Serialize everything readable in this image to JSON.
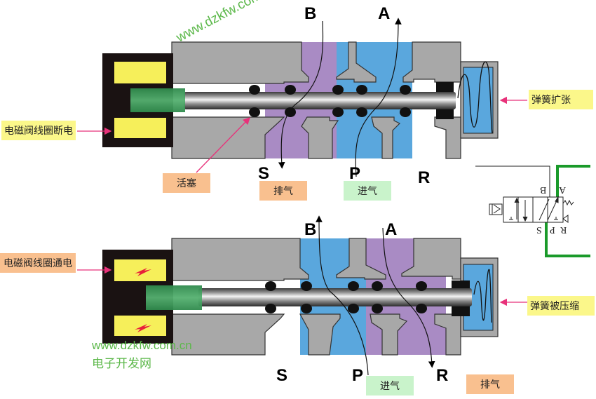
{
  "top_valve": {
    "state": "solenoid off",
    "coil_label": "电磁阀线圈断电",
    "piston_label": "活塞",
    "spring_label": "弹簧扩张",
    "exhaust_label": "排气",
    "intake_label": "进气",
    "ports_top": [
      "B",
      "A"
    ],
    "ports_bottom": [
      "S",
      "P",
      "R"
    ]
  },
  "bottom_valve": {
    "state": "solenoid on",
    "coil_label": "电磁阀线圈通电",
    "spring_label": "弹簧被压缩",
    "exhaust_label": "排气",
    "intake_label": "进气",
    "ports_top": [
      "B",
      "A"
    ],
    "ports_bottom": [
      "S",
      "P",
      "R"
    ]
  },
  "symbol": {
    "top_ports": [
      "B",
      "A"
    ],
    "bottom_ports": [
      "R",
      "P",
      "S"
    ]
  },
  "watermarks": {
    "diagonal": "www.dzkfw.com.cn",
    "url": "www.dzkfw.com.cn",
    "site_name": "电子开发网"
  },
  "colors": {
    "body_gray": "#a8a8a8",
    "exhaust_purple": "#a98bc4",
    "intake_blue": "#5aa7dd",
    "coil_yellow": "#f6ef5a",
    "coil_housing": "#1a1212",
    "armature_green": "#3c9a5a",
    "arrow_pink": "#e8327a",
    "label_yellow": "#fbf78a",
    "label_orange": "#f9c08f",
    "label_green": "#c9f3cb",
    "pipe_green": "#1a9a2a"
  }
}
